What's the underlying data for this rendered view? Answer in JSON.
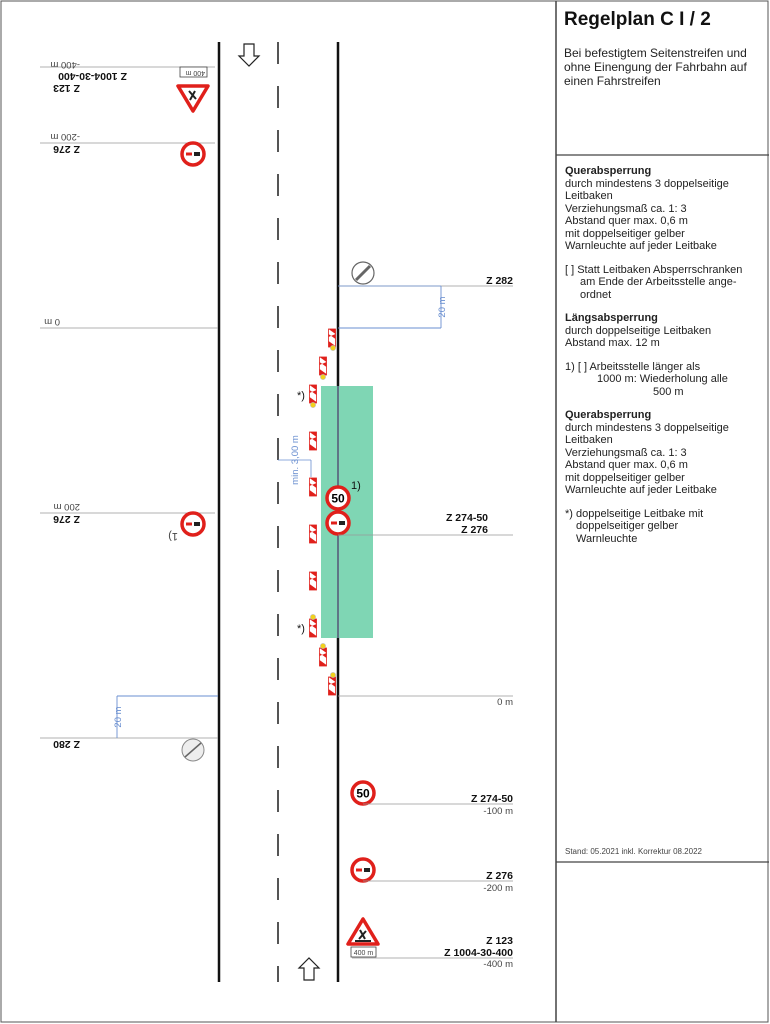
{
  "title": "Regelplan C I / 2",
  "subtitle": "Bei befestigtem Seitenstreifen und ohne Einengung der Fahrbahn auf einen Fahrstreifen",
  "notes": {
    "quer1_head": "Querabsperrung",
    "quer1_lines": [
      "durch mindestens 3 doppelseitige",
      "Leitbaken",
      "Verziehungsmaß ca. 1: 3",
      "Abstand quer max. 0,6 m",
      "mit doppelseitiger gelber",
      "Warnleuchte auf jeder Leitbake"
    ],
    "bracket_1": "[ ] Statt Leitbaken Absperrschranken",
    "bracket_2": "am Ende der Arbeitsstelle ange-",
    "bracket_3": "ordnet",
    "laengs_head": "Längsabsperrung",
    "laengs_lines": [
      "durch doppelseitige Leitbaken",
      "Abstand max. 12 m"
    ],
    "fn1_1": "1) [  ] Arbeitsstelle länger als",
    "fn1_2": "1000 m: Wiederholung alle",
    "fn1_3": "500 m",
    "quer2_head": "Querabsperrung",
    "quer2_lines": [
      "durch mindestens 3 doppelseitige",
      "Leitbaken",
      "Verziehungsmaß ca. 1: 3",
      "Abstand quer max. 0,6 m",
      "mit doppelseitiger gelber",
      "Warnleuchte auf jeder Leitbake"
    ],
    "star_1": "*) doppelseitige Leitbake mit",
    "star_2": "doppelseitiger gelber",
    "star_3": "Warnleuchte",
    "stand": "Stand: 05.2021 inkl. Korrektur 08.2022"
  },
  "left_labels": {
    "m400": "-400 m",
    "z1004": "Z 1004-30-400",
    "z123": "Z 123",
    "plate": "400 m",
    "m200n": "-200 m",
    "z276a": "Z 276",
    "m0": "0 m",
    "m200": "200 m",
    "z276b": "Z 276",
    "fn": "1)",
    "z280": "Z 280",
    "dim20": "20 m"
  },
  "right_labels": {
    "z282": "Z 282",
    "dim20": "20 m",
    "min300": "min. 3,00 m",
    "star_a": "*)",
    "star_b": "*)",
    "fn": "1)",
    "z274_50": "Z 274-50",
    "z276": "Z 276",
    "m0": "0 m",
    "sign50": "50",
    "b_z274_50": "Z 274-50",
    "b_m100": "-100 m",
    "b_z276": "Z 276",
    "b_m200": "-200 m",
    "b_z123": "Z 123",
    "b_z1004": "Z 1004-30-400",
    "b_m400": "-400 m",
    "b_plate": "400 m"
  },
  "colors": {
    "work_area": "#7fd6b4",
    "sign_red": "#e0201b",
    "dim_blue": "#6a8fd0"
  }
}
